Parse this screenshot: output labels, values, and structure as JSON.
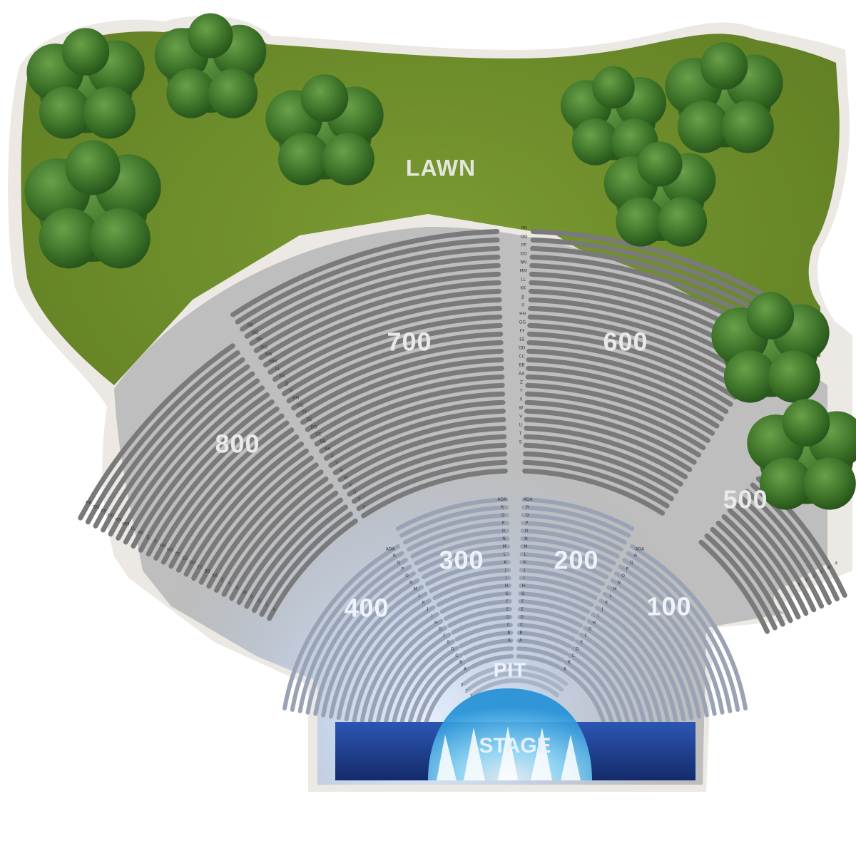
{
  "map": {
    "lawn_label": "LAWN",
    "pit_label": "PIT",
    "stage_label": "STAGE",
    "colors": {
      "lawn": "#6f8f2a",
      "border": "#ebe8e3",
      "concourse": "#bcbcbc",
      "upper_seats": "#7a7a7a",
      "lower_seats": "#9aa3b5",
      "stage": "#1f3f8e",
      "light": "#d6e6ff",
      "tree": "#3f7a2c"
    },
    "sections": [
      {
        "id": "800",
        "label": "800",
        "tier": "upper"
      },
      {
        "id": "700",
        "label": "700",
        "tier": "upper"
      },
      {
        "id": "600",
        "label": "600",
        "tier": "upper"
      },
      {
        "id": "500",
        "label": "500",
        "tier": "upper"
      },
      {
        "id": "400",
        "label": "400",
        "tier": "lower"
      },
      {
        "id": "300",
        "label": "300",
        "tier": "lower"
      },
      {
        "id": "200",
        "label": "200",
        "tier": "lower"
      },
      {
        "id": "100",
        "label": "100",
        "tier": "lower"
      }
    ],
    "row_letters": {
      "section_700": [
        "RR",
        "QQ",
        "PP",
        "OO",
        "NN",
        "MM",
        "LL",
        "KK",
        "JJ",
        "II",
        "HH",
        "GG",
        "FF",
        "EE",
        "DD",
        "CC",
        "BB",
        "AA",
        "Z",
        "Y",
        "X",
        "W",
        "V",
        "U",
        "T",
        "S"
      ],
      "section_600": [
        "RR",
        "QQ",
        "PP",
        "OO",
        "NN",
        "MM",
        "LL",
        "KK",
        "JJ",
        "II",
        "HH",
        "GG",
        "FF",
        "EE",
        "DD",
        "CC",
        "BB",
        "AA",
        "Z",
        "Y",
        "X",
        "W",
        "V",
        "U",
        "T",
        "S"
      ],
      "section_800": [
        "RR",
        "QQ",
        "PP",
        "OO",
        "NN",
        "MM",
        "LL",
        "KK",
        "JJ",
        "II",
        "HH",
        "GG",
        "FF",
        "EE",
        "DD",
        "CC",
        "BB",
        "AA",
        "Z",
        "Y",
        "X",
        "W",
        "V",
        "U",
        "T",
        "S"
      ],
      "section_300": [
        "ADA",
        "R",
        "Q",
        "P",
        "O",
        "N",
        "M",
        "L",
        "K",
        "J",
        "I",
        "H",
        "G",
        "F",
        "E",
        "D",
        "C",
        "B",
        "A"
      ],
      "section_200": [
        "ADA",
        "R",
        "Q",
        "P",
        "O",
        "N",
        "M",
        "L",
        "K",
        "J",
        "I",
        "H",
        "G",
        "F",
        "E",
        "D",
        "C",
        "B",
        "A"
      ],
      "section_400": [
        "ADA",
        "R",
        "Q",
        "P",
        "O",
        "N",
        "M",
        "L",
        "K",
        "J",
        "I",
        "H",
        "G",
        "F",
        "E",
        "D",
        "C",
        "B",
        "A"
      ],
      "section_100": [
        "ADA",
        "R",
        "Q",
        "P",
        "O",
        "N",
        "M",
        "L",
        "K",
        "J",
        "I",
        "H",
        "G",
        "F",
        "E",
        "D",
        "C",
        "B",
        "A"
      ],
      "section_500": [
        "X",
        "W",
        "V",
        "U",
        "T",
        "S"
      ],
      "pit": [
        "3",
        "2",
        "1"
      ]
    },
    "ada_label": "ADA"
  }
}
